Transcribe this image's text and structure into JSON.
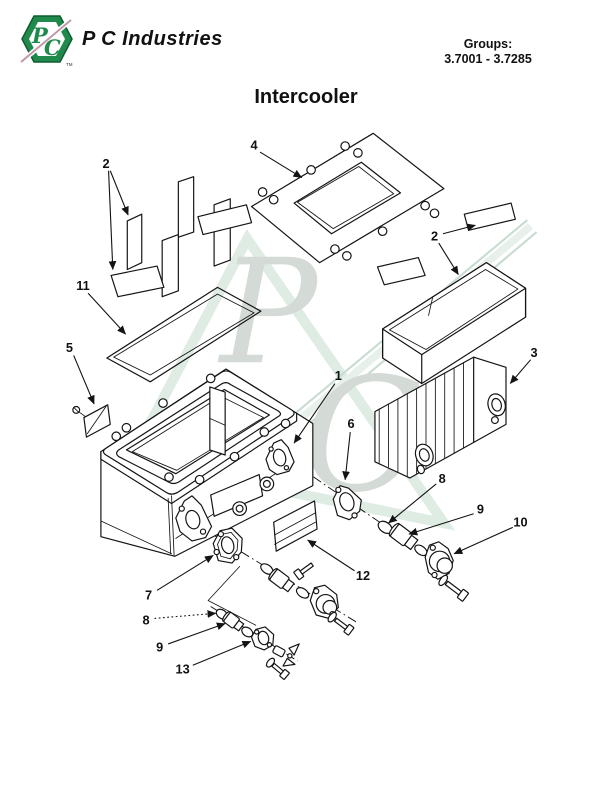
{
  "header": {
    "logo": {
      "letter_p": "P",
      "letter_c": "C",
      "tm": "TM"
    },
    "company": "P C Industries",
    "groups_label": "Groups:",
    "groups_range": "3.7001 - 3.7285"
  },
  "title": "Intercooler",
  "watermark": {
    "letter_p": "P",
    "letter_c": "C"
  },
  "callouts": {
    "part1": "1",
    "part2_left": "2",
    "part2_right": "2",
    "part3": "3",
    "part4": "4",
    "part5": "5",
    "part6": "6",
    "part7": "7",
    "part8_left": "8",
    "part8_right": "8",
    "part9_left": "9",
    "part9_right": "9",
    "part10": "10",
    "part11": "11",
    "part12": "12",
    "part13": "13"
  },
  "colors": {
    "logo_green": "#1f8a4c",
    "logo_dark": "#0d5c30",
    "stripe_pink": "#c09aa8",
    "line": "#141414",
    "wm_band": "#deece4",
    "wm_swoosh": "#c8ddd1",
    "wm_letter": "#d4dad5"
  }
}
